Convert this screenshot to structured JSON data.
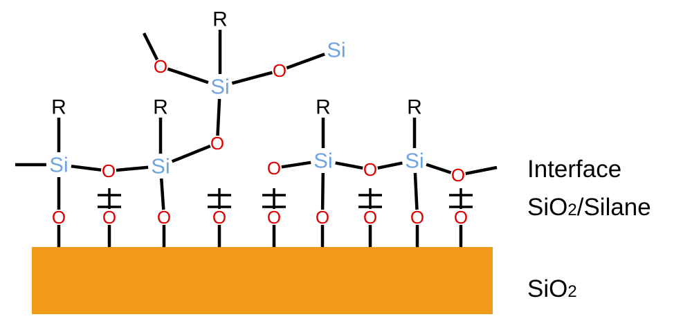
{
  "colors": {
    "substrate": "#f19a1a",
    "silicon": "#6fa6e0",
    "oxygen": "#e00000",
    "bond": "#000000",
    "text": "#000000"
  },
  "atoms": {
    "silicon": "Si",
    "oxygen": "O",
    "residue": "R"
  },
  "labels": {
    "interface_line1": "Interface",
    "interface_line2_main": "SiO",
    "interface_line2_sub": "2",
    "interface_line2_rest": "/Silane",
    "substrate_main": "SiO",
    "substrate_sub": "2"
  }
}
